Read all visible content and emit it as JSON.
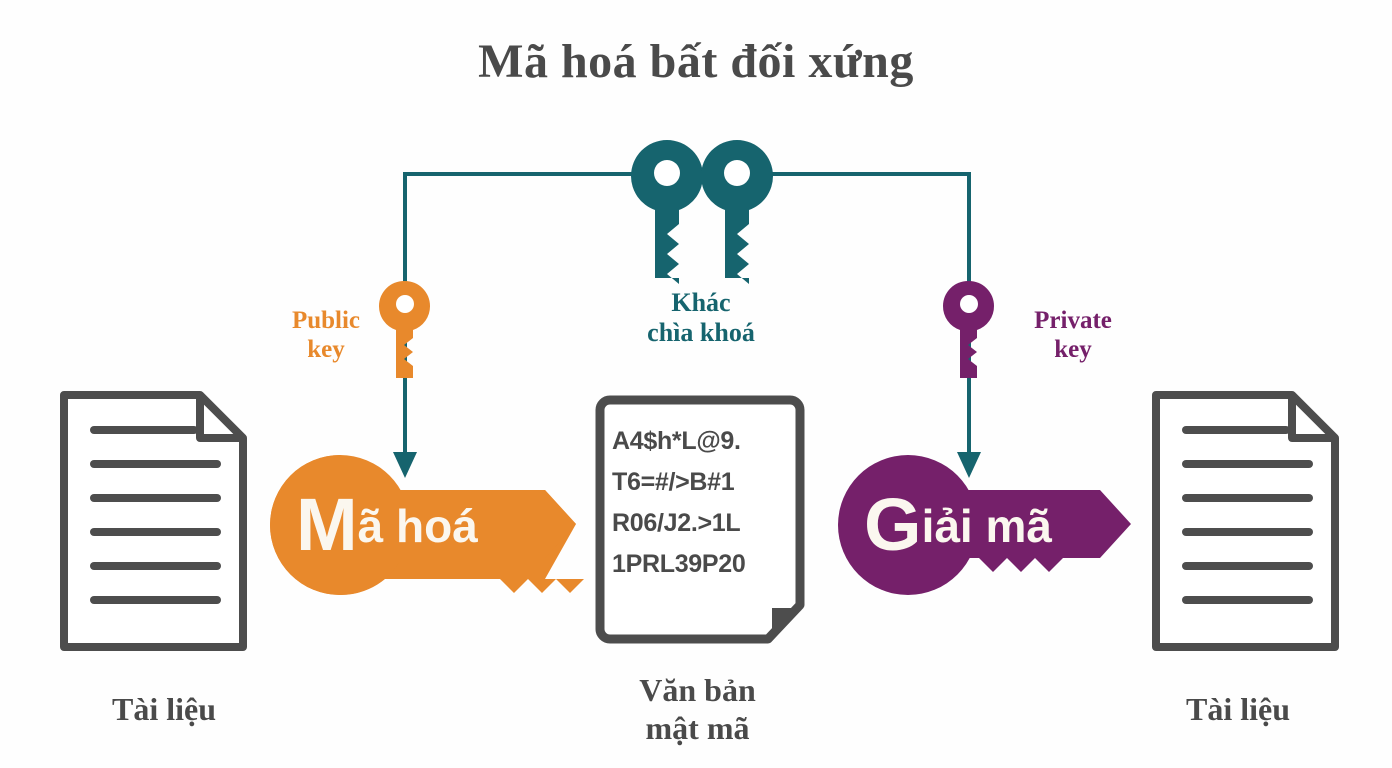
{
  "diagram": {
    "title": "Mã hoá bất đối xứng",
    "colors": {
      "teal": "#16646e",
      "orange": "#e8892c",
      "purple": "#75206a",
      "gray": "#4a4a4a",
      "background": "#ffffff",
      "label_white": "#fbf7ef"
    },
    "keys": {
      "public": {
        "label_line1": "Public",
        "label_line2": "key",
        "color": "#e8892c",
        "icon": "key-icon"
      },
      "private": {
        "label_line1": "Private",
        "label_line2": "key",
        "color": "#75206a",
        "icon": "key-icon"
      },
      "pair": {
        "label_line1": "Khác",
        "label_line2": "chìa khoá",
        "color": "#16646e",
        "icon": "key-pair-icon"
      }
    },
    "nodes": {
      "document_left": {
        "caption": "Tài liệu",
        "icon": "document-icon",
        "line_count": 6
      },
      "document_right": {
        "caption": "Tài liệu",
        "icon": "document-icon",
        "line_count": 6
      },
      "ciphertext": {
        "caption_line1": "Văn bản",
        "caption_line2": "mật mã",
        "icon": "ciphertext-document-icon",
        "lines": [
          "A4$h*L@9.",
          "T6=#/>B#1",
          "R06/J2.>1L",
          "1PRL39P20"
        ]
      },
      "encrypt": {
        "initial": "M",
        "rest": "ã hoá",
        "full_label": "Mã hoá",
        "color": "#e8892c",
        "icon": "key-shape-icon"
      },
      "decrypt": {
        "initial": "G",
        "rest": "iải mã",
        "full_label": "Giải mã",
        "color": "#75206a",
        "icon": "key-shape-icon"
      }
    },
    "connectors": {
      "bracket": "teal-bracket-connector",
      "arrow_left": "arrow-down-to-encrypt",
      "arrow_right": "arrow-down-to-decrypt"
    }
  }
}
